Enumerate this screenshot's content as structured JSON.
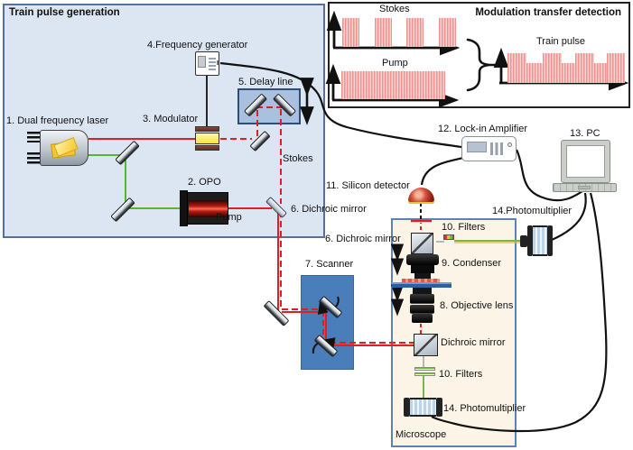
{
  "boxes": {
    "train": {
      "title": "Train pulse generation"
    },
    "modulation": {
      "title": "Modulation transfer detection"
    },
    "microscope": {
      "title": "Microscope"
    },
    "delay": {
      "label": "5. Delay line"
    }
  },
  "components": {
    "laser": "1. Dual frequency laser",
    "opo": "2. OPO",
    "modulator": "3. Modulator",
    "freq_gen": "4.Frequency generator",
    "dichroic_train": "6. Dichroic mirror",
    "scanner": "7. Scanner",
    "objective": "8. Objective lens",
    "condenser": "9. Condenser",
    "filters_top": "10. Filters",
    "filters_bottom": "10. Filters",
    "silicon_detector": "11. Silicon detector",
    "lockin": "12. Lock-in Amplifier",
    "pc": "13. PC",
    "pmt_top": "14.Photomultiplier",
    "pmt_bottom": "14. Photomultiplier",
    "dichroic_microscope": "6. Dichroic mirror",
    "dichroic_plain": "Dichroic mirror"
  },
  "beam_labels": {
    "stokes": "Stokes",
    "pump": "Pump"
  },
  "plots": {
    "stokes": {
      "label": "Stokes",
      "bars": [
        [
          11,
          17,
          19,
          32
        ],
        [
          47,
          17,
          19,
          32
        ],
        [
          82,
          17,
          19,
          32
        ],
        [
          118,
          17,
          19,
          32
        ]
      ]
    },
    "pump": {
      "label": "Pump",
      "bars": [
        [
          11,
          14,
          115,
          31
        ]
      ]
    },
    "train": {
      "label": "Train pulse",
      "bars": [
        [
          11,
          6,
          21,
          33
        ],
        [
          50,
          6,
          21,
          33
        ],
        [
          86,
          6,
          21,
          33
        ],
        [
          121,
          6,
          20,
          33
        ],
        [
          32,
          17,
          18,
          22
        ],
        [
          71,
          17,
          15,
          22
        ],
        [
          107,
          17,
          14,
          22
        ]
      ]
    }
  },
  "colors": {
    "beam_red": "#e01f1f",
    "beam_green": "#58b531",
    "pulse_fill": "#f4a19d",
    "train_box_fill": "#dce6f2",
    "microscope_fill": "#fdf4e8",
    "scanner_blue": "#4a7ebb",
    "delay_fill": "#a9c0de",
    "box_border_blue": "#5b84b5"
  }
}
